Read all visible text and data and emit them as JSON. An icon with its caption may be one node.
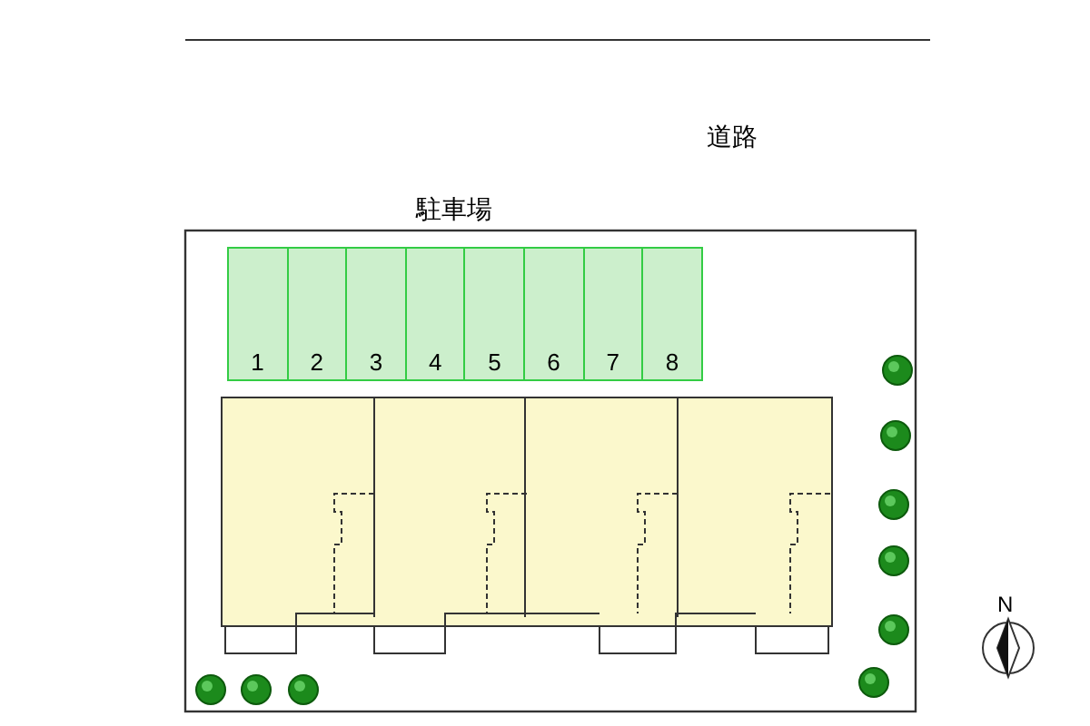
{
  "diagram": {
    "nodes": [
      {
        "text": [
          "1"
        ]
      },
      {
        "text": [
          "2"
        ]
      },
      {
        "text": [
          "3"
        ]
      },
      {
        "text": [
          "4"
        ]
      },
      {
        "text": [
          "5"
        ]
      },
      {
        "text": [
          "6"
        ]
      },
      {
        "text": [
          "7"
        ]
      },
      {
        "text": [
          "8"
        ]
      }
    ],
    "labels": [
      "道路",
      "駐車場",
      "N"
    ]
  }
}
